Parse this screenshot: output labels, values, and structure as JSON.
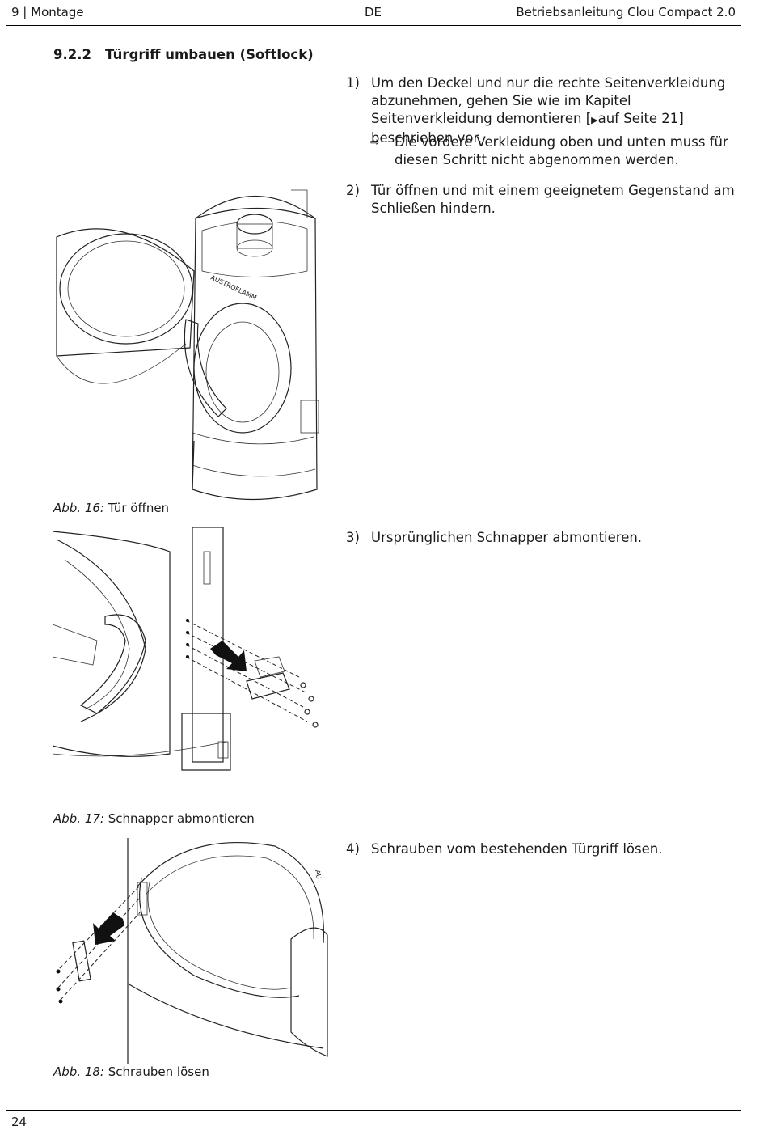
{
  "header": {
    "left": "9 | Montage",
    "center": "DE",
    "right": "Betriebsanleitung Clou Compact 2.0"
  },
  "section": {
    "number": "9.2.2",
    "title": "Türgriff umbauen (Softlock)"
  },
  "steps": [
    {
      "num": "1)",
      "text": "Um den Deckel und nur die rechte Seitenverkleidung abzunehmen, gehen Sie wie im Kapitel Seitenverkleidung demontieren [",
      "link": "auf Seite 21",
      "text_after": "] beschrieben vor.",
      "result": "Die vordere Verkleidung oben und unten muss für diesen Schritt nicht abgenommen werden."
    },
    {
      "num": "2)",
      "text": "Tür öffnen und mit einem geeignetem Gegenstand am Schließen hindern."
    },
    {
      "num": "3)",
      "text": "Ursprünglichen Schnapper abmontieren."
    },
    {
      "num": "4)",
      "text": "Schrauben vom bestehenden Türgriff lösen."
    }
  ],
  "figures": [
    {
      "label": "Abb. 16:",
      "caption": "Tür öffnen"
    },
    {
      "label": "Abb. 17:",
      "caption": "Schnapper abmontieren"
    },
    {
      "label": "Abb. 18:",
      "caption": "Schrauben lösen"
    }
  ],
  "brand_on_drawing": "AUSTROFLAMM",
  "footer": {
    "page": "24"
  }
}
